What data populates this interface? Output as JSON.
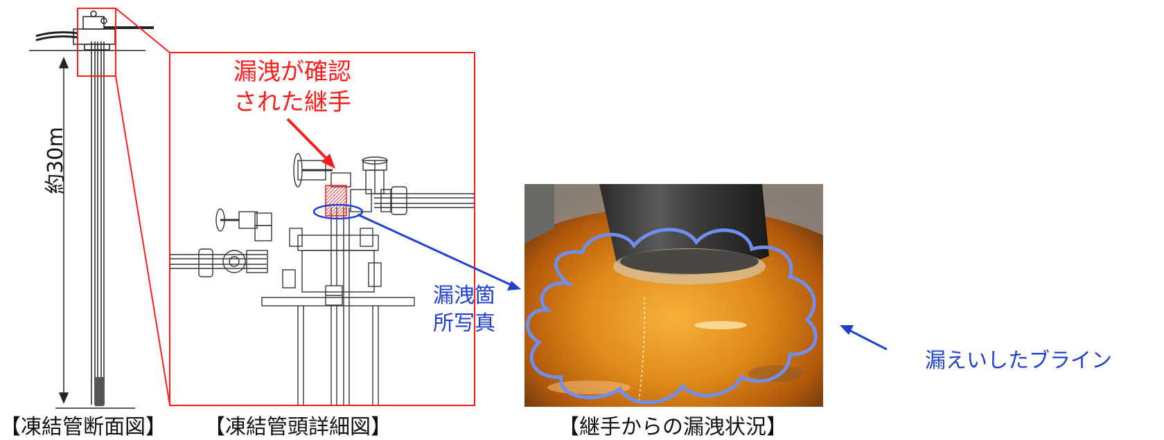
{
  "labels": {
    "depth": "約30m",
    "leak_joint_line1": "漏洩が確認",
    "leak_joint_line2": "された継手",
    "leak_photo_line1": "漏洩箇",
    "leak_photo_line2": "所写真",
    "leaked_brine": "漏えいしたブライン"
  },
  "captions": {
    "cross_section": "【凍結管断面図】",
    "head_detail": "【凍結管頭詳細図】",
    "leak_status": "【継手からの漏洩状況】"
  },
  "colors": {
    "red": "#ff1a1a",
    "blue": "#1f3fd0",
    "cloud": "#6f8ff0"
  },
  "icons": [
    "arrow-icon",
    "valve-icon",
    "cloud-outline-icon"
  ]
}
